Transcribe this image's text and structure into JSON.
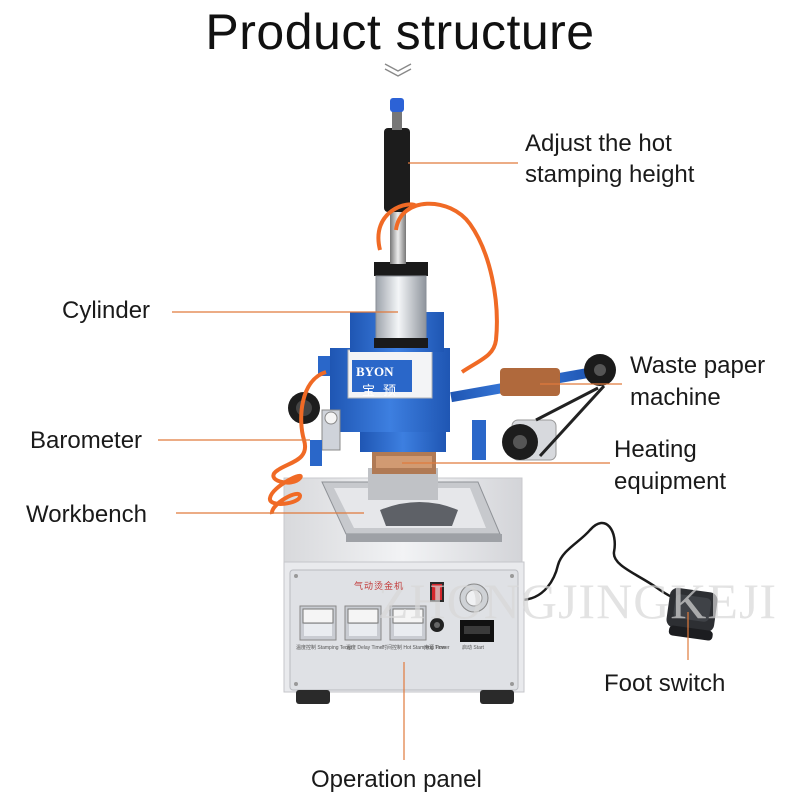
{
  "title": "Product structure",
  "labels": {
    "adjust_line1": "Adjust the hot",
    "adjust_line2": "stamping height",
    "cylinder": "Cylinder",
    "barometer": "Barometer",
    "workbench": "Workbench",
    "waste_line1": "Waste paper",
    "waste_line2": "machine",
    "heating_line1": "Heating",
    "heating_line2": "equipment",
    "foot_switch": "Foot switch",
    "operation_panel": "Operation panel"
  },
  "machine": {
    "brand": "BYON",
    "brand_cn": "宝预",
    "panel_title": "气动烫金机",
    "gauge_labels": [
      "温度控制 Stamping Temp",
      "温度 Delay Time",
      "时间控制 Hot Stamping Time"
    ],
    "switch_labels": [
      "电源 Power",
      "启动 Start"
    ],
    "watermark": "ZHONGJINGKEJI"
  },
  "colors": {
    "leader_line": "#e07a3c",
    "machine_blue": "#2a67c9",
    "hose_orange": "#f06a25",
    "body_grey": "#e6e7ea"
  }
}
